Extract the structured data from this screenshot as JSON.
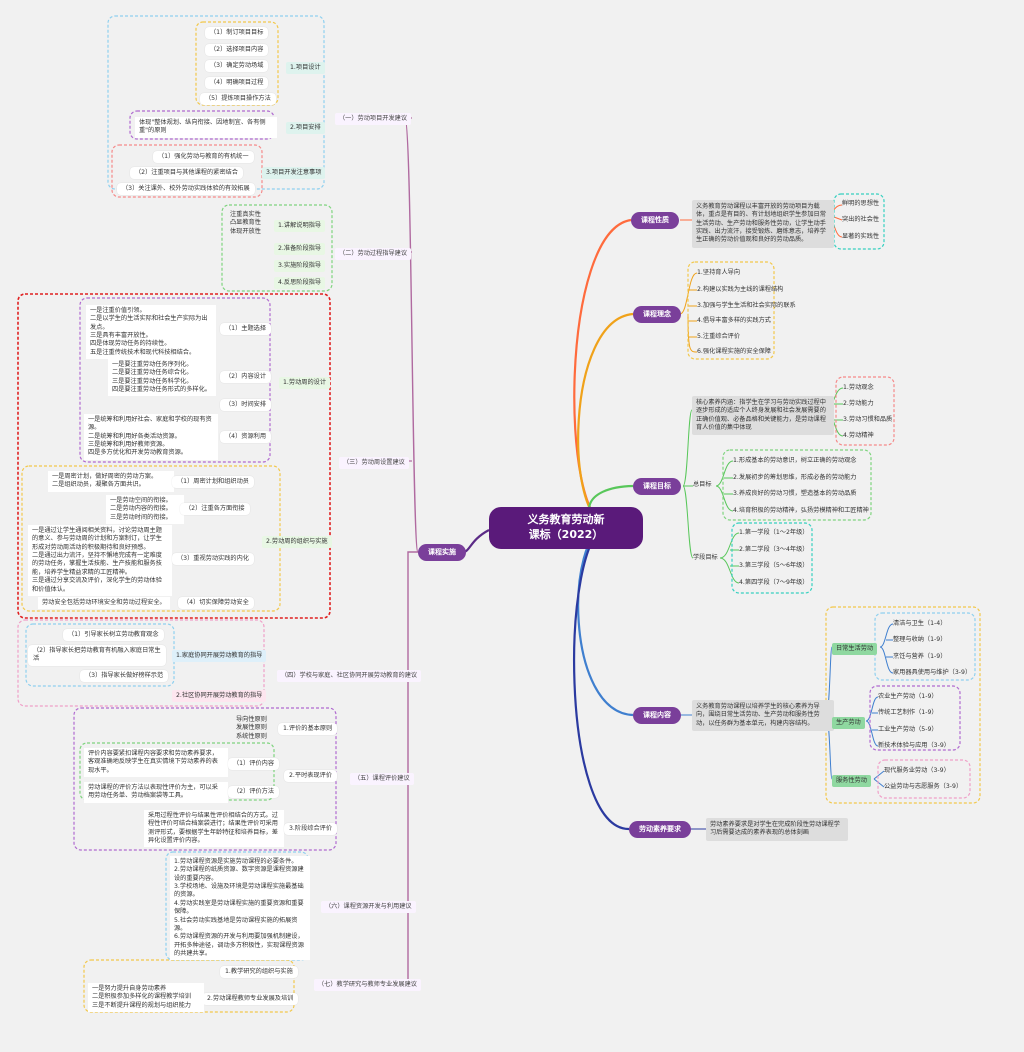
{
  "center": "义务教育劳动新\n课标（2022）",
  "right": {
    "nature": {
      "label": "课程性质",
      "desc": "义务教育劳动课程以丰富开放的劳动项目为载体，重点是有目的、有计划地组织学生参加日常生活劳动、生产劳动和服务性劳动，让学生动手实践、出力流汗，接受锻炼、磨炼意志，培养学生正确的劳动价值观和良好的劳动品质。",
      "traits": [
        "鲜明的思想性",
        "突出的社会性",
        "显著的实践性"
      ]
    },
    "idea": {
      "label": "课程理念",
      "items": [
        "1.坚持育人导向",
        "2.构建以实践为主线的课程结构",
        "3.加强与学生生活和社会实际的联系",
        "4.倡导丰富多样的实践方式",
        "5.注重综合评价",
        "6.强化课程实施的安全保障"
      ]
    },
    "goal": {
      "label": "课程目标",
      "core": "核心素养内涵：指学生在学习与劳动实践过程中逐步形成的适应个人终身发展和社会发展需要的正确价值观、必备品格和关键能力，是劳动课程育人价值的集中体现",
      "core_items": [
        "1.劳动观念",
        "2.劳动能力",
        "3.劳动习惯和品质",
        "4.劳动精神"
      ],
      "overall_label": "总目标",
      "overall": [
        "1.形成基本的劳动意识，树立正确的劳动观念",
        "2.发展初步的筹划思维，形成必备的劳动能力",
        "3.养成良好的劳动习惯，塑造基本的劳动品质",
        "4.培育积极的劳动精神，弘扬劳模精神和工匠精神"
      ],
      "stage_label": "学段目标",
      "stages": [
        "1.第一学段（1～2年级）",
        "2.第二学段（3～4年级）",
        "3.第三学段（5～6年级）",
        "4.第四学段（7～9年级）"
      ]
    },
    "content": {
      "label": "课程内容",
      "desc": "义务教育劳动课程以培养学生的核心素养为导向，围绕日常生活劳动、生产劳动和服务性劳动，以任务群为基本单元，构建内容结构。",
      "groups": [
        {
          "name": "日常生活劳动",
          "items": [
            "清洁与卫生（1-4）",
            "整理与收纳（1-9）",
            "烹饪与营养（1-9）",
            "家用器具使用与维护（3-9）"
          ]
        },
        {
          "name": "生产劳动",
          "items": [
            "农业生产劳动（1-9）",
            "传统工艺制作（1-9）",
            "工业生产劳动（5-9）",
            "新技术体验与应用（3-9）"
          ]
        },
        {
          "name": "服务性劳动",
          "items": [
            "现代服务业劳动（3-9）",
            "公益劳动与志愿服务（3-9）"
          ]
        }
      ]
    },
    "quality": {
      "label": "劳动素养要求",
      "desc": "劳动素养要求是对学生在完成阶段性劳动课程学习后需要达成的素养表现的总体刻画"
    }
  },
  "left": {
    "root": "课程实施",
    "s1": {
      "label": "（一）劳动项目开发建议",
      "a_label": "1.项目设计",
      "a_items": [
        "（1）制订项目目标",
        "（2）选择项目内容",
        "（3）确定劳动场域",
        "（4）明确项目过程",
        "（5）提炼项目操作方法"
      ],
      "b_label": "2.项目安排",
      "b_text": "体现\"整体规划、纵向衔接、因地制宜、各有侧重\"的原则",
      "c_label": "3.项目开发注意事项",
      "c_items": [
        "（1）强化劳动与教育的有机统一",
        "（2）注重项目与其他课程的紧密结合",
        "（3）关注课外、校外劳动实践体验的有效拓展"
      ]
    },
    "s2": {
      "label": "（二）劳动过程指导建议",
      "note": "注重真实性\n凸显教育性\n体现开放性",
      "items": [
        "1.讲解说明指导",
        "2.准备阶段指导",
        "3.实施阶段指导",
        "4.反思阶段指导"
      ]
    },
    "s3": {
      "label": "（三）劳动周设置建议",
      "a_label": "1.劳动周的设计",
      "a_items": [
        {
          "name": "（1）主题选择",
          "text": "一是注重价值引领。\n二是以学生的生活实际和社会生产实际为出发点。\n三是具有丰富开放性。\n四是体现劳动任务的持续性。\n五是注重传统技术和现代科技相结合。"
        },
        {
          "name": "（2）内容设计",
          "text": "一是要注重劳动任务序列化。\n二是要注重劳动任务综合化。\n三是要注重劳动任务科学化。\n四是要注重劳动任务形式的多样化。"
        },
        {
          "name": "（3）时间安排",
          "text": ""
        },
        {
          "name": "（4）资源利用",
          "text": "一是统筹和利用好社会、家庭和学校的现有资源。\n二是统筹和利用好各类活动资源。\n三是统筹和利用好教师资源。\n四是多方优化和开发劳动教育资源。"
        }
      ],
      "b_label": "2.劳动周的组织与实施",
      "b_items": [
        {
          "name": "（1）周密计划和组织动员",
          "text": "一是周密计划，做好周密的劳动方案。\n二是组织动员，凝聚各方面共识。"
        },
        {
          "name": "（2）注重各方面衔接",
          "text": "一是劳动空间的衔接。\n二是劳动内容的衔接。\n三是劳动时间的衔接。"
        },
        {
          "name": "（3）重视劳动实践的内化",
          "text": "一是通过让学生通阅相关资料，讨论劳动周主题的意义、参与劳动周的计划和方案制订，让学生形成对劳动周活动的积极期待和良好预感。\n二是通过出力流汗，坚持不懈地完成有一定难度的劳动任务，掌握生活技能、生产技能和服务技能，培养学生精益求精的工匠精神。\n三是通过分享交流及评价，深化学生的劳动体验和价值体认。"
        },
        {
          "name": "（4）切实保障劳动安全",
          "text": "劳动安全包括劳动环境安全和劳动过程安全。"
        }
      ]
    },
    "s4": {
      "label": "（四）学校与家庭、社区协同开展劳动教育的建议",
      "a_label": "1.家庭协同开展劳动教育的指导",
      "a_items": [
        "（1）引导家长树立劳动教育观念",
        "（2）指导家长把劳动教育有机融入家庭日常生活",
        "（3）指导家长做好榜样示范"
      ],
      "b_label": "2.社区协同开展劳动教育的指导"
    },
    "s5": {
      "label": "（五）课程评价建议",
      "a_label": "1.评价的基本原则",
      "a_text": "导向性原则\n发展性原则\n系统性原则",
      "b_label": "2.平时表现评价",
      "b_items": [
        {
          "name": "（1）评价内容",
          "text": "评价内容要紧扣课程内容要求和劳动素养要求，客观准确地反映学生在真实情境下劳动素养的表现水平。"
        },
        {
          "name": "（2）评价方法",
          "text": "劳动课程的评价方法以表现性评价为主，可以采用劳动任务单、劳动档案袋等工具。"
        }
      ],
      "c_label": "3.阶段综合评价",
      "c_text": "采用过程性评价与结果性评价相结合的方式。过程性评价可结合档案袋进行；结果性评价可采用测评形式，要根据学生年龄特征和培养目标，差异化设置评价内容。"
    },
    "s6": {
      "label": "（六）课程资源开发与利用建议",
      "text": "1.劳动课程资源是实施劳动课程的必要条件。\n2.劳动课程的纸质资源、数字资源是课程资源建设的重要内容。\n3.学校场地、设施及环境是劳动课程实施最基础的资源。\n4.劳动实践室是劳动课程实施的重要资源和重要保障。\n5.社会劳动实践基地是劳动课程实施的拓展资源。\n6.劳动课程资源的开发与利用要加强机制建设，开拓多种途径，调动多方积极性，实现课程资源的共建共享。"
    },
    "s7": {
      "label": "（七）教学研究与教师专业发展建议",
      "a_label": "1.教学研究的组织与实施",
      "b_label": "2.劳动课程教师专业发展及培训",
      "b_text": "一是努力提升自身劳动素养\n二是积极参加多样化的课程教学培训\n三是不断提升课程的规划与组织能力"
    }
  },
  "colors": {
    "trunk": "#5b2a86",
    "nature": "#ff6b3d",
    "idea": "#f0a21a",
    "goal": "#58c75a",
    "content": "#3f7fcf",
    "quality": "#2b3aa0",
    "left": "#b06aa0"
  }
}
